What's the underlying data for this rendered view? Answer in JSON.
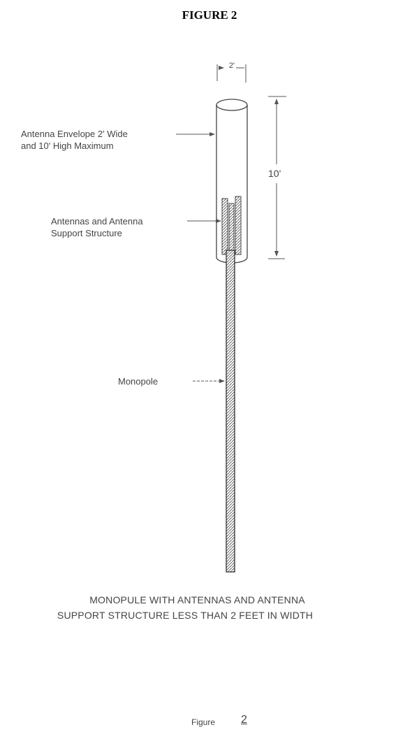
{
  "title": "FIGURE 2",
  "dimensions": {
    "width": "2'",
    "height": "10'"
  },
  "labels": {
    "envelope_line1": "Antenna Envelope 2' Wide",
    "envelope_line2": "and 10' High Maximum",
    "antennas_line1": "Antennas and  Antenna",
    "antennas_line2": "Support Structure",
    "monopole": "Monopole"
  },
  "caption": {
    "line1": "MONOPULE WITH ANTENNAS AND ANTENNA",
    "line2": "SUPPORT STRUCTURE LESS THAN 2 FEET IN WIDTH"
  },
  "footer": {
    "figure_word": "Figure",
    "figure_number": "2"
  }
}
